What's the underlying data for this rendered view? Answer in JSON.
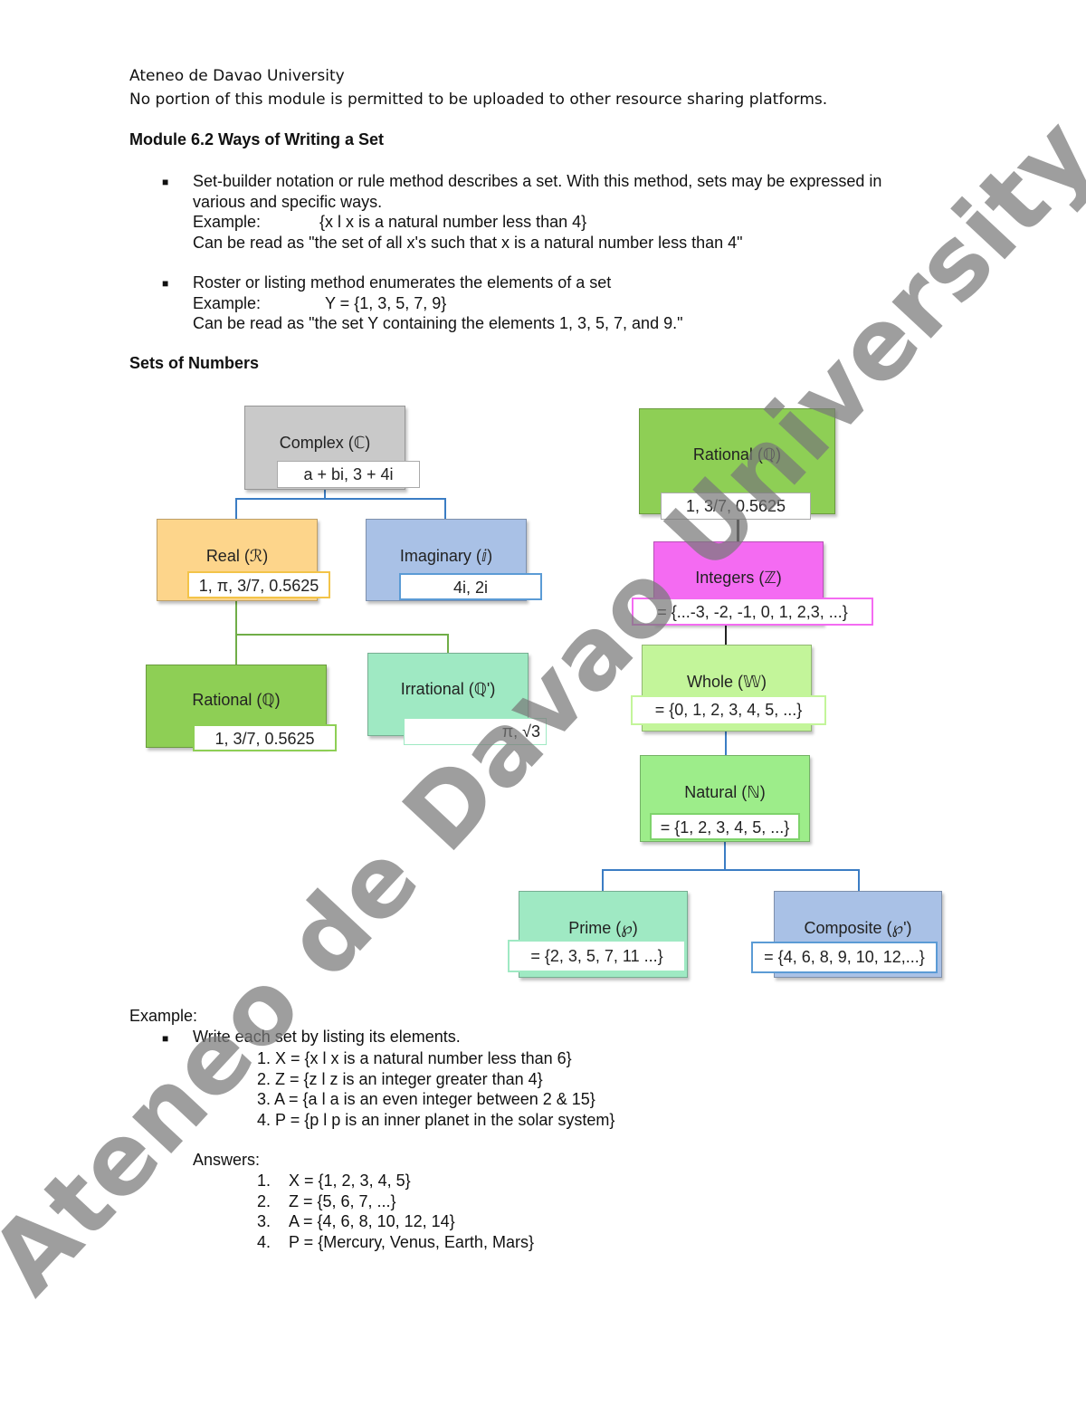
{
  "header": {
    "university": "Ateneo de Davao University",
    "notice": "No portion of this module is permitted to be uploaded to other resource sharing platforms."
  },
  "module_title": "Module 6.2 Ways of Writing a Set",
  "bullets": [
    {
      "text_line1": "Set-builder notation or rule method describes a set. With this method, sets may be expressed in",
      "text_line2": "various and specific ways.",
      "example_label": "Example:",
      "example_value": "{x l x is a natural number less than 4}",
      "reading": "Can be read as \"the set of all x's such that x is a natural number less than 4\""
    },
    {
      "text_line1": "Roster or listing method enumerates the elements of a set",
      "example_label": "Example:",
      "example_value": "Y = {1, 3, 5, 7, 9}",
      "reading": "Can be read as \"the set Y containing the elements 1, 3, 5, 7, and 9.\""
    }
  ],
  "sets_title": "Sets of Numbers",
  "diagram": {
    "complex": {
      "label": "Complex (ℂ)",
      "value": "a + bi, 3 + 4i"
    },
    "real": {
      "label": "Real (ℛ)",
      "value": "1, π, 3/7, 0.5625"
    },
    "imaginary": {
      "label": "Imaginary (ⅈ)",
      "value": "4i, 2i"
    },
    "rational_left": {
      "label": "Rational (ℚ)",
      "value": "1, 3/7, 0.5625"
    },
    "irrational": {
      "label": "Irrational (ℚ')",
      "value": "π, √3"
    },
    "rational_right": {
      "label": "Rational (ℚ)",
      "value": "1, 3/7, 0.5625"
    },
    "integers": {
      "label": "Integers (ℤ)",
      "value": "= {...-3, -2, -1, 0, 1, 2,3, ...}"
    },
    "whole": {
      "label": "Whole (𝕎)",
      "value": "= {0, 1, 2, 3, 4, 5, ...}"
    },
    "natural": {
      "label": "Natural (ℕ)",
      "value": "= {1, 2, 3, 4, 5, ...}"
    },
    "prime": {
      "label": "Prime (℘)",
      "value": "= {2, 3, 5, 7, 11 ...}"
    },
    "composite": {
      "label": "Composite (℘')",
      "value": "= {4, 6, 8, 9, 10, 12,...}"
    },
    "colors": {
      "complex": "#c9c9c9",
      "real": "#fdd58b",
      "imaginary": "#a9c1e6",
      "rational": "#8ecf55",
      "irrational": "#9fe9c3",
      "integers": "#f46bf2",
      "whole": "#c3f59a",
      "natural": "#9ded8a",
      "prime": "#9fe9c3",
      "composite": "#a9c1e6",
      "line_blue": "#3b7dc4",
      "line_green": "#70ad47",
      "line_dark": "#222222"
    }
  },
  "example_section": {
    "heading": "Example:",
    "instruction": "Write each set by listing its elements.",
    "items": [
      "1. X = {x l x is a natural number less than 6}",
      "2. Z = {z l z is an integer greater than 4}",
      "3. A = {a l a is an even integer between 2 & 15}",
      "4. P = {p l p is an inner planet in the solar system}"
    ],
    "answers_label": "Answers:",
    "answers": [
      {
        "num": "1.",
        "text": "X = {1, 2, 3, 4, 5}"
      },
      {
        "num": "2.",
        "text": "Z = {5, 6, 7, ...}"
      },
      {
        "num": "3.",
        "text": "A = {4, 6, 8, 10, 12, 14}"
      },
      {
        "num": "4.",
        "text": "P = {Mercury, Venus, Earth, Mars}"
      }
    ]
  },
  "watermark": "Ateneo de Davao University"
}
